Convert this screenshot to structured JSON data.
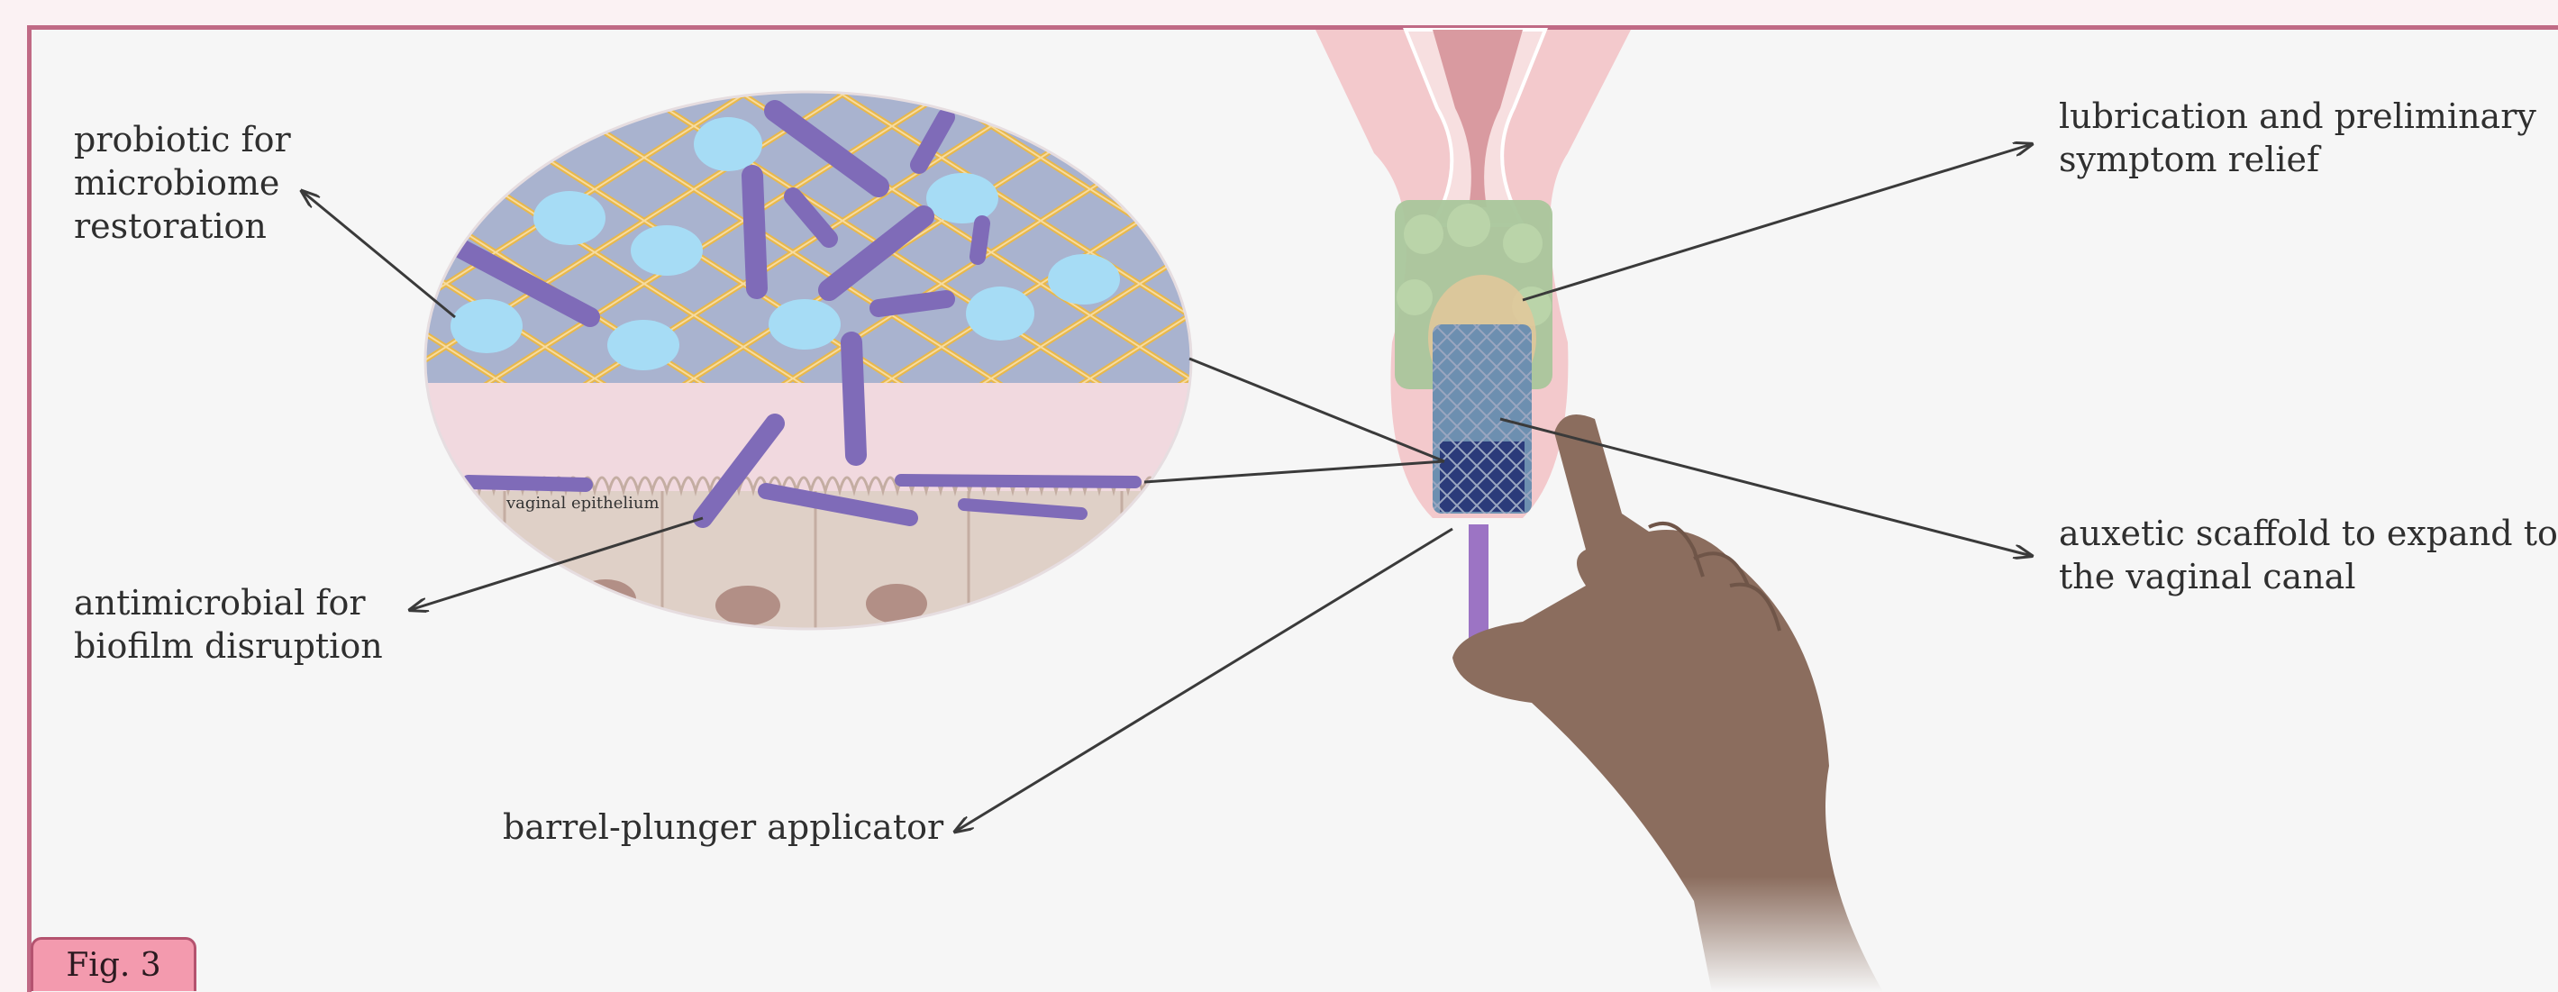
{
  "labels": {
    "probiotic": "probiotic for\nmicrobiome\nrestoration",
    "antimicrobial": "antimicrobial for\nbiofilm disruption",
    "applicator": "barrel-plunger applicator",
    "lubrication": "lubrication and preliminary\nsymptom relief",
    "scaffold": "auxetic scaffold to expand to\nthe vaginal canal",
    "epithelium": "vaginal epithelium"
  },
  "figure_badge": "Fig. 3",
  "colors": {
    "frame": "#c06a85",
    "badge": "#f39aae",
    "bacteria": "#7f6bb8",
    "probiotic_cell": "#a6dcf5",
    "mesh": "#e9b84a",
    "tissue": "#f1d9df",
    "skin": "#8b6d5e"
  }
}
